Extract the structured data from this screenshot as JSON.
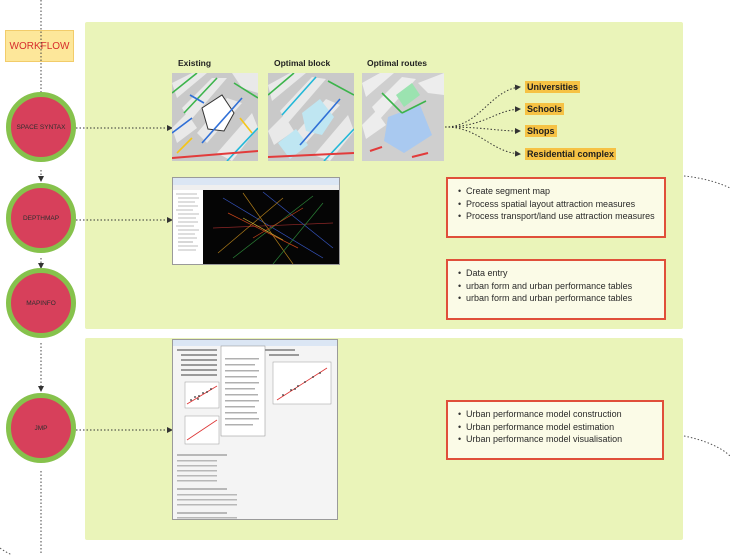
{
  "workflow_label": "WORKFLOW",
  "nodes": {
    "space_syntax": "SPACE SYNTAX",
    "depthmap": "DEPTHMAP",
    "mapinfo": "MAPINFO",
    "jmp": "JMP"
  },
  "map_titles": [
    "Existing",
    "Optimal block",
    "Optimal routes"
  ],
  "destinations": [
    "Universities",
    "Schools",
    "Shops",
    "Residential complex"
  ],
  "depthmap_tasks": [
    "Create segment map",
    "Process spatial layout attraction measures",
    "Process transport/land use attraction measures"
  ],
  "mapinfo_tasks": [
    "Data entry",
    "urban form and urban performance tables",
    "urban form and urban performance tables"
  ],
  "jmp_tasks": [
    "Urban performance model construction",
    "Urban performance model estimation",
    "Urban performance model visualisation"
  ],
  "colors": {
    "panel": "#eaf4b9",
    "node_fill": "#d7405b",
    "node_ring": "#86c24c",
    "highlight": "#f6c244",
    "box_border": "#e04f3a"
  }
}
